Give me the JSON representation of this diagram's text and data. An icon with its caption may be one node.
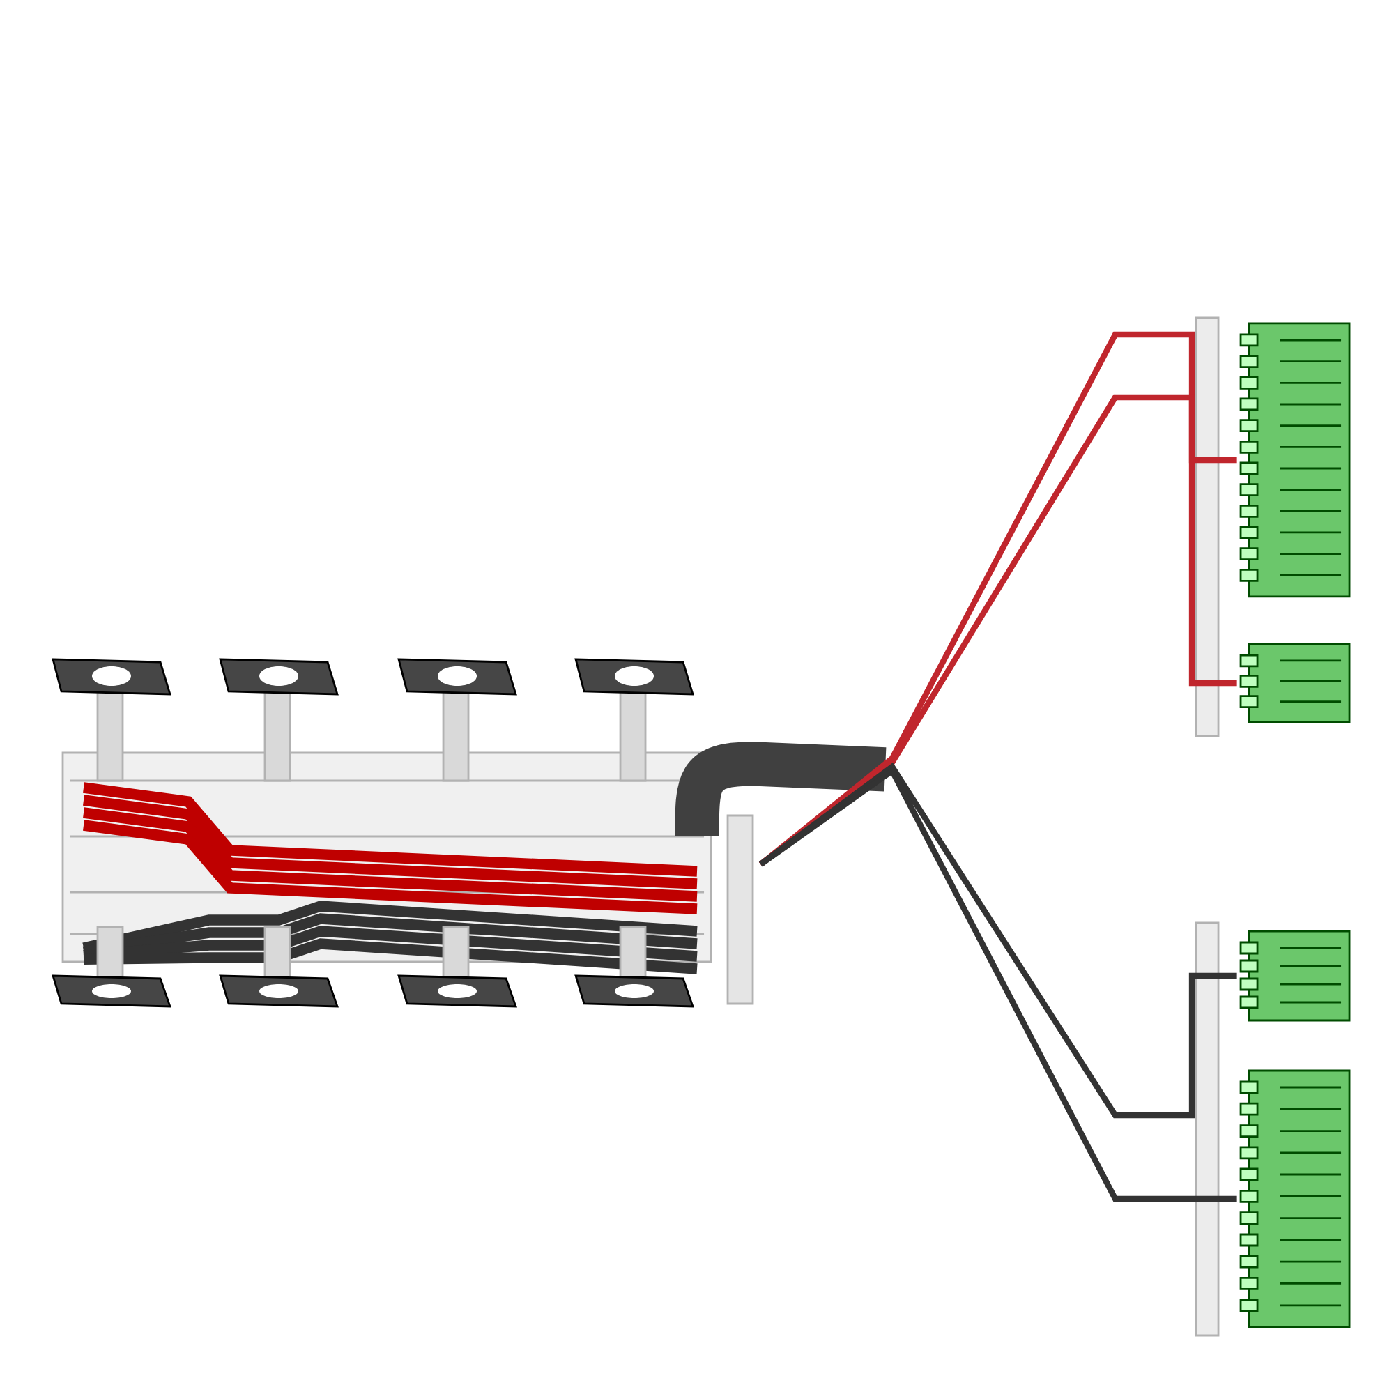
{
  "diagram": {
    "nodes": [
      {
        "text": [],
        "shape": "picture"
      },
      {
        "text": [],
        "shape": "picture"
      },
      {
        "text": [],
        "shape": "picture"
      },
      {
        "text": [],
        "shape": "picture"
      },
      {
        "text": [],
        "shape": "picture"
      }
    ],
    "edges": [
      {
        "from": 0,
        "to": 1,
        "arrow": "none",
        "color": "#c0262d"
      },
      {
        "from": 0,
        "to": 2,
        "arrow": "none",
        "color": "#c0262d"
      },
      {
        "from": 0,
        "to": 3,
        "arrow": "none",
        "color": "#333333"
      },
      {
        "from": 0,
        "to": 4,
        "arrow": "none",
        "color": "#333333"
      }
    ]
  }
}
